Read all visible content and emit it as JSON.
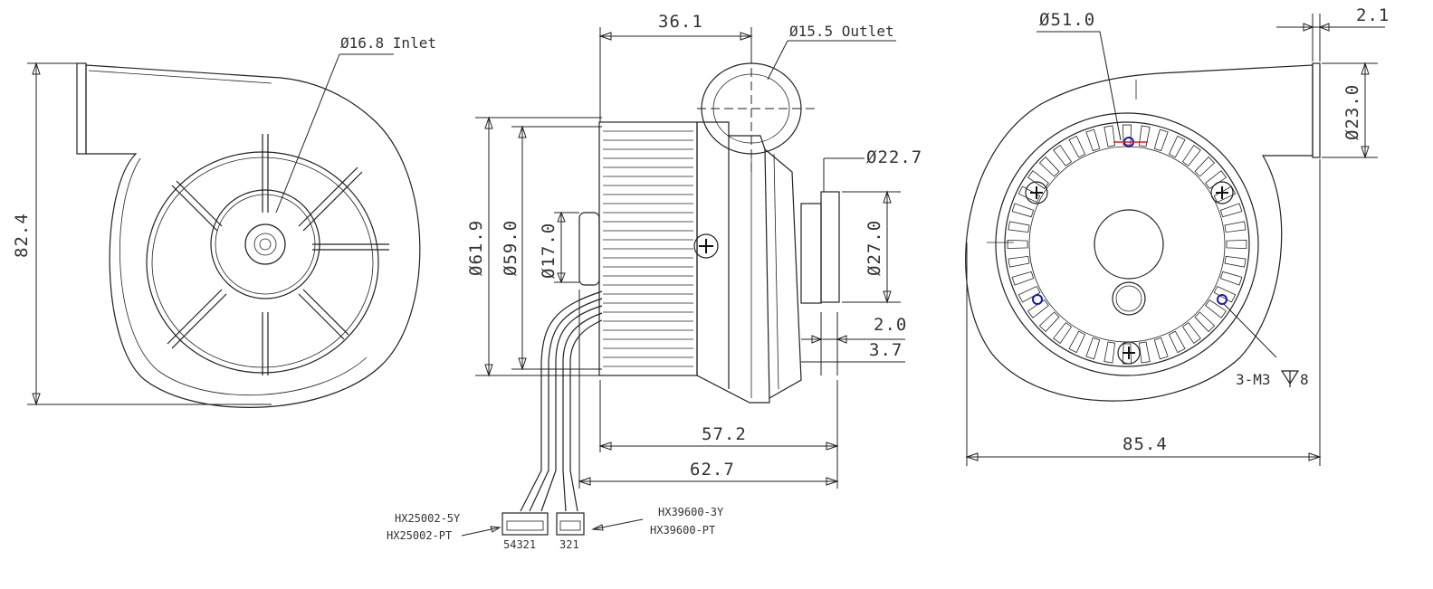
{
  "front_view": {
    "inlet_label": "Ø16.8 Inlet",
    "height_dim": "82.4"
  },
  "side_view": {
    "width_top": "36.1",
    "outlet_label": "Ø15.5 Outlet",
    "dia_61_9": "Ø61.9",
    "dia_59_0": "Ø59.0",
    "dia_17_0": "Ø17.0",
    "dia_22_7": "Ø22.7",
    "dia_27_0": "Ø27.0",
    "dim_2_0": "2.0",
    "dim_3_7": "3.7",
    "dim_57_2": "57.2",
    "dim_62_7": "62.7",
    "connector_left": {
      "part_a": "HX25002-5Y",
      "part_b": "HX25002-PT",
      "pins": "54321"
    },
    "connector_right": {
      "part_a": "HX39600-3Y",
      "part_b": "HX39600-PT",
      "pins": "321"
    }
  },
  "back_view": {
    "dia_51_0": "Ø51.0",
    "dim_2_1": "2.1",
    "dia_23_0": "Ø23.0",
    "screw_note": "3-M3",
    "screw_depth": "8",
    "width_dim": "85.4"
  },
  "colors": {
    "line": "#222222",
    "hole_marker": "#1a1aa8",
    "center_mark": "#d42020"
  }
}
